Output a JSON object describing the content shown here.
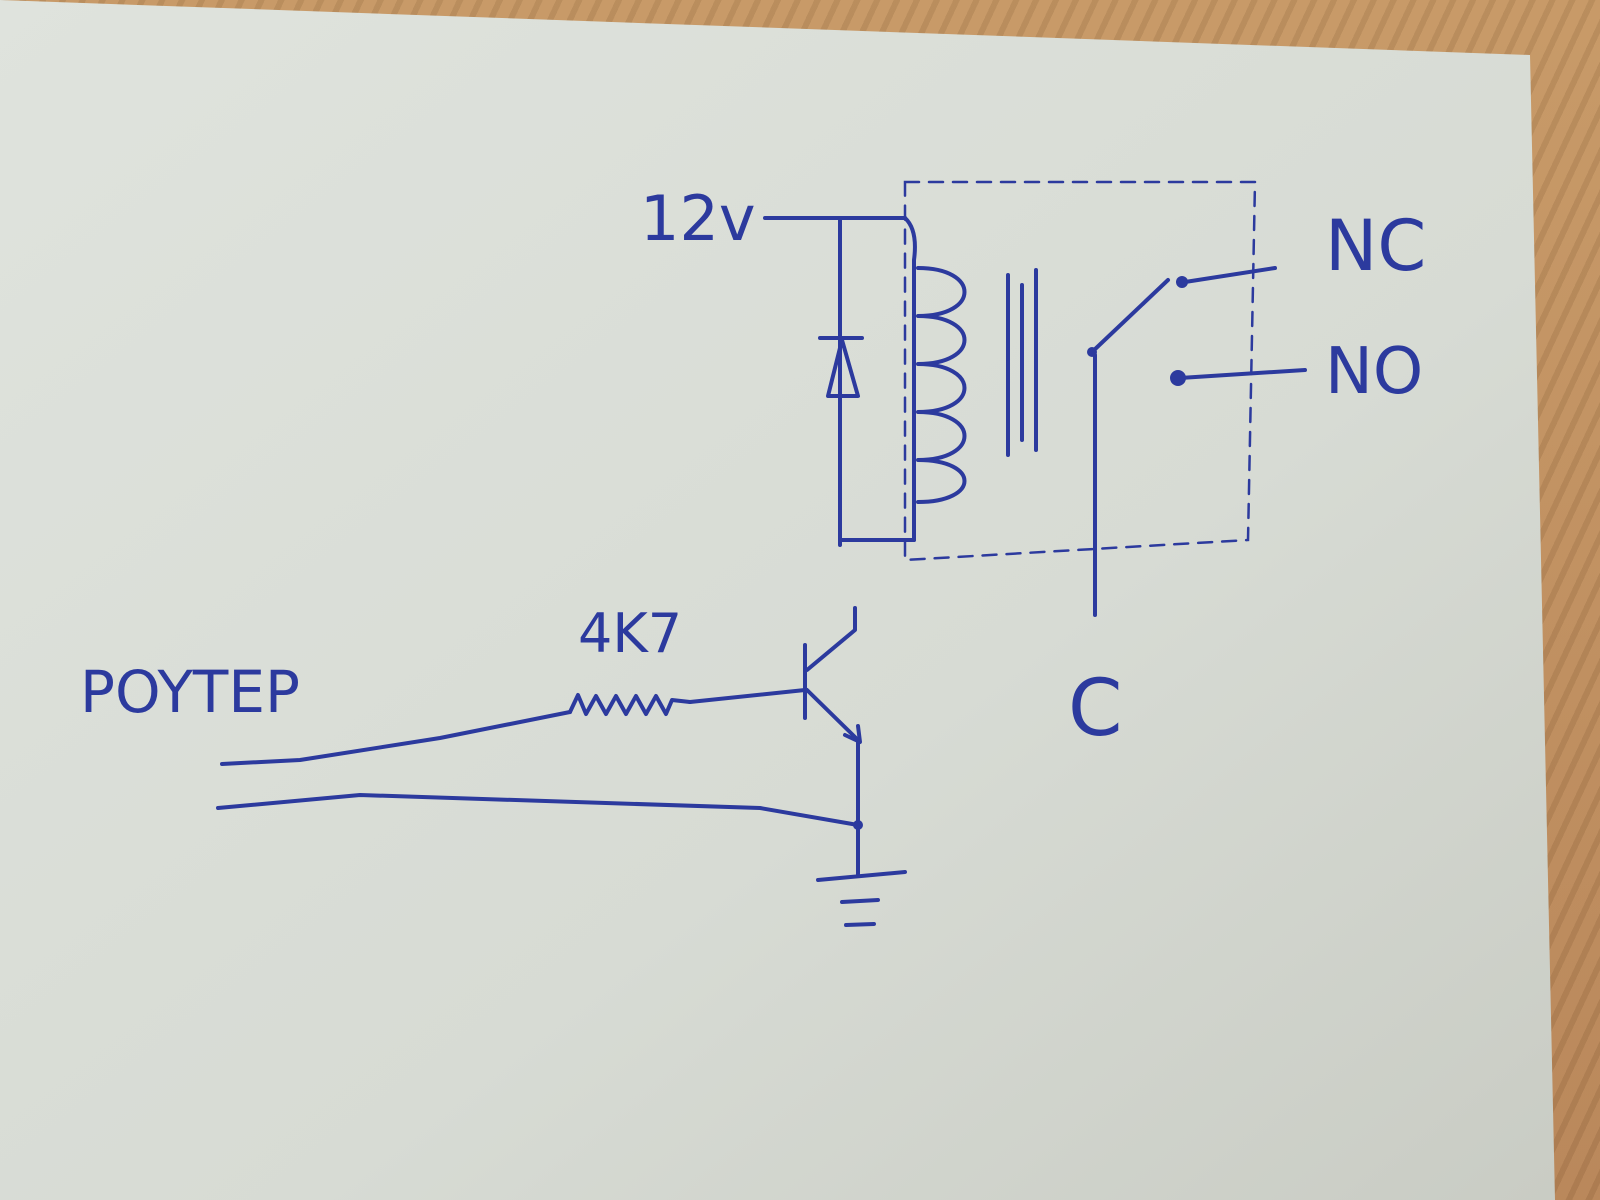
{
  "labels": {
    "supply": "12v",
    "nc": "NC",
    "no": "NO",
    "common": "C",
    "resistor": "4K7",
    "input": "POYTEP"
  },
  "colors": {
    "ink": "#2c3a9e",
    "paper": "#dfe2dc",
    "table": "#c28f5f"
  }
}
